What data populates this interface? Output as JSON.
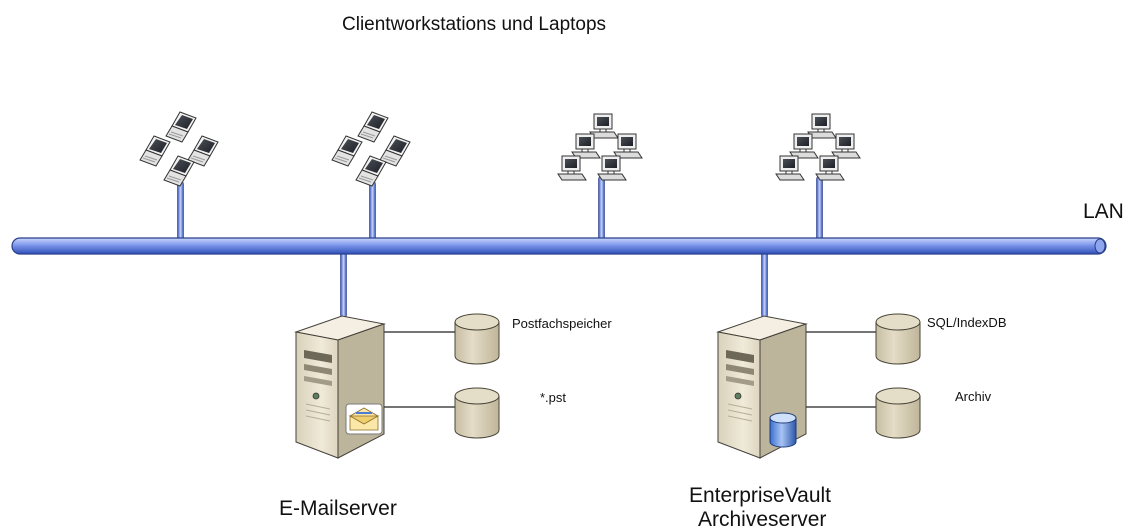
{
  "title": "Clientworkstations und Laptops",
  "network": {
    "label": "LAN"
  },
  "client_groups": [
    {
      "kind": "laptops",
      "icon": "laptop-group-icon"
    },
    {
      "kind": "laptops",
      "icon": "laptop-group-icon"
    },
    {
      "kind": "workstations",
      "icon": "workstation-group-icon"
    },
    {
      "kind": "workstations",
      "icon": "workstation-group-icon"
    }
  ],
  "servers": {
    "mail": {
      "name": "E-Mailserver",
      "icon": "mail-server-icon",
      "stores": [
        "Postfachspeicher",
        "*.pst"
      ]
    },
    "archive": {
      "name_line1": "EnterpriseVault",
      "name_line2": "Archiveserver",
      "icon": "archive-server-icon",
      "stores": [
        "SQL/IndexDB",
        "Archiv"
      ]
    }
  },
  "colors": {
    "lan": "#4a6fd8",
    "lan_highlight": "#c9d6fb",
    "lan_outline": "#2a3f8a",
    "database": "#d8d0b7",
    "server_body": "#eae4d3"
  }
}
